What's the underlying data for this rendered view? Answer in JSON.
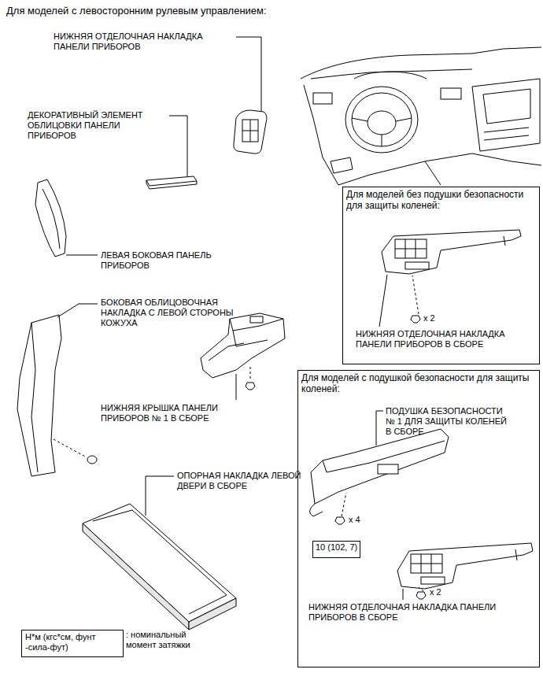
{
  "diagram": {
    "title": "Для моделей с левосторонним рулевым управлением:",
    "nodes": [
      {
        "text": [
          "Для моделей без подушки безопасности для защиты коленей:"
        ]
      },
      {
        "text": [
          "Для моделей с подушкой безопасности для защиты коленей:"
        ]
      },
      {
        "text": [
          "10 (102, 7)"
        ],
        "in": 1
      },
      {
        "text": [
          "Н*м (кгс*см, фунт -сила-фут)"
        ]
      }
    ],
    "labels": [
      "НИЖНЯЯ ОТДЕЛОЧНАЯ НАКЛАДКА ПАНЕЛИ ПРИБОРОВ",
      "ДЕКОРАТИВНЫЙ ЭЛЕМЕНТ ОБЛИЦОВКИ ПАНЕЛИ ПРИБОРОВ",
      "ЛЕВАЯ БОКОВАЯ ПАНЕЛЬ ПРИБОРОВ",
      "БОКОВАЯ ОБЛИЦОВОЧНАЯ НАКЛАДКА С ЛЕВОЙ СТОРОНЫ КОЖУХА",
      "НИЖНЯЯ КРЫШКА ПАНЕЛИ ПРИБОРОВ № 1 В СБОРЕ",
      "ОПОРНАЯ НАКЛАДКА ЛЕВОЙ ДВЕРИ В СБОРЕ",
      "x 2",
      "НИЖНЯЯ ОТДЕЛОЧНАЯ НАКЛАДКА ПАНЕЛИ ПРИБОРОВ В СБОРЕ",
      "ПОДУШКА БЕЗОПАСНОСТИ № 1 ДЛЯ ЗАЩИТЫ КОЛЕНЕЙ В СБОРЕ",
      "x 4",
      "x 2",
      "НИЖНЯЯ ОТДЕЛОЧНАЯ НАКЛАДКА ПАНЕЛИ ПРИБОРОВ В СБОРЕ",
      ": номинальный момент затяжки"
    ]
  }
}
